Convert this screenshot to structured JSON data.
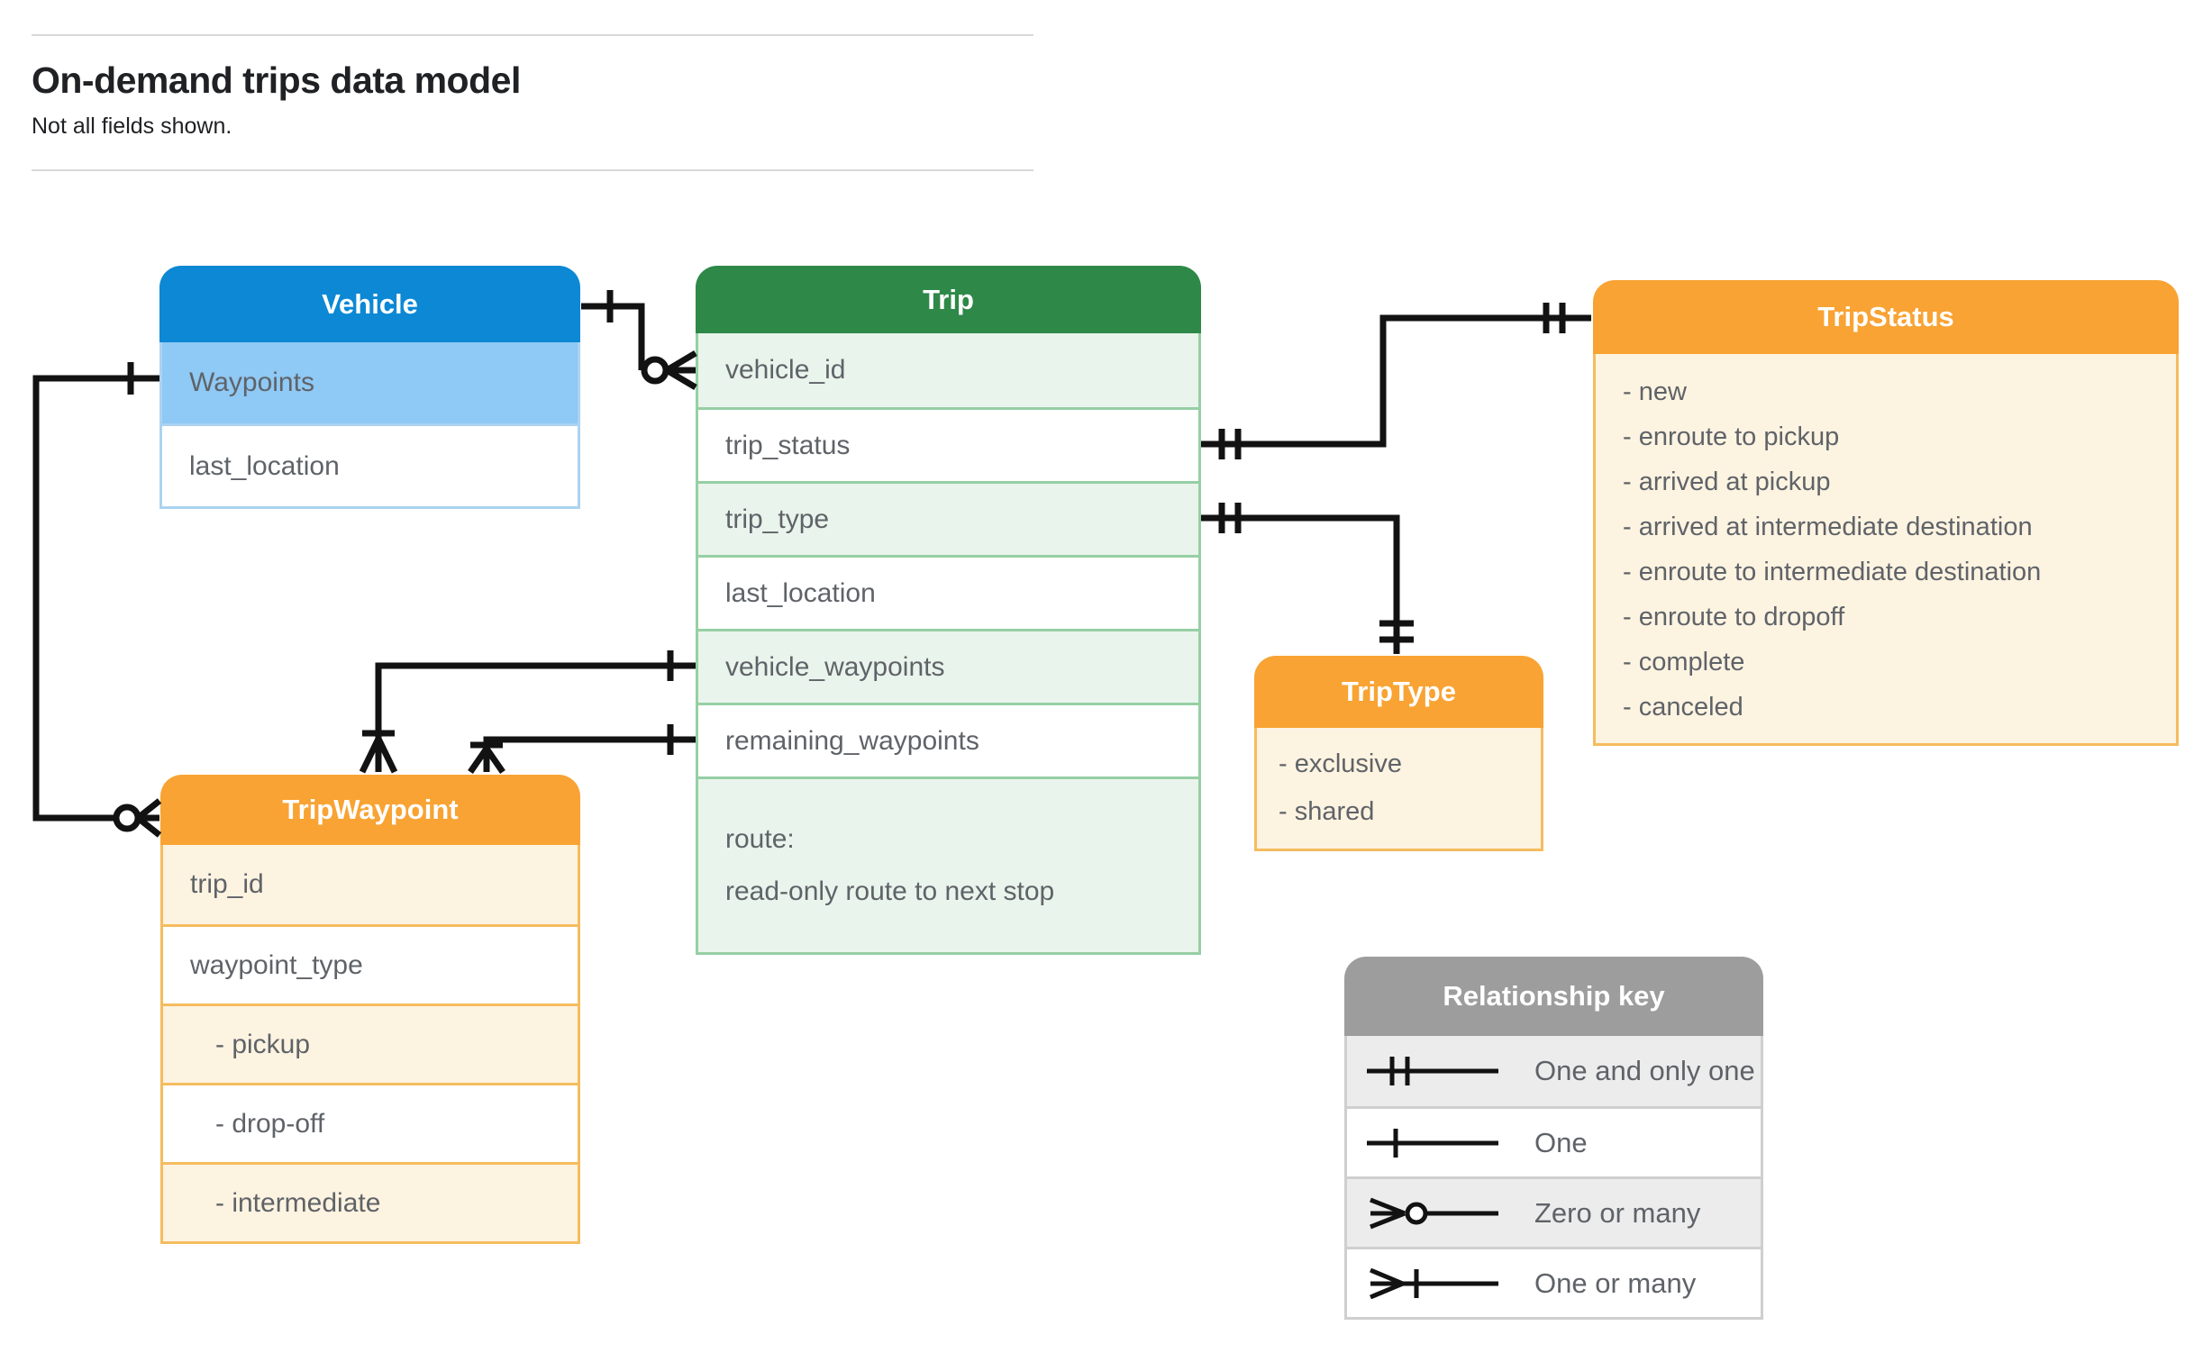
{
  "page": {
    "title": "On-demand trips data model",
    "subtitle": "Not all fields shown."
  },
  "entities": {
    "vehicle": {
      "title": "Vehicle",
      "fields": [
        {
          "label": "Waypoints"
        },
        {
          "label": "last_location"
        }
      ]
    },
    "trip": {
      "title": "Trip",
      "fields": [
        {
          "label": "vehicle_id"
        },
        {
          "label": "trip_status"
        },
        {
          "label": "trip_type"
        },
        {
          "label": "last_location"
        },
        {
          "label": "vehicle_waypoints"
        },
        {
          "label": "remaining_waypoints"
        },
        {
          "label": "route:",
          "sublabel": "read-only route to next stop"
        }
      ]
    },
    "trip_status": {
      "title": "TripStatus",
      "values": [
        "- new",
        "- enroute to pickup",
        "- arrived at pickup",
        "- arrived at intermediate destination",
        "- enroute to intermediate destination",
        "- enroute to dropoff",
        "- complete",
        "- canceled"
      ]
    },
    "trip_type": {
      "title": "TripType",
      "values": [
        "- exclusive",
        "- shared"
      ]
    },
    "trip_waypoint": {
      "title": "TripWaypoint",
      "fields": [
        {
          "label": "trip_id"
        },
        {
          "label": "waypoint_type"
        },
        {
          "label": "- pickup"
        },
        {
          "label": "- drop-off"
        },
        {
          "label": "- intermediate"
        }
      ]
    }
  },
  "legend": {
    "title": "Relationship key",
    "rows": [
      {
        "symbol": "one-and-only-one-symbol",
        "label": "One and only one"
      },
      {
        "symbol": "one-symbol",
        "label": "One"
      },
      {
        "symbol": "zero-or-many-symbol",
        "label": "Zero or many"
      },
      {
        "symbol": "one-or-many-symbol",
        "label": "One or many"
      }
    ]
  },
  "relationships": [
    {
      "from": "Vehicle",
      "to": "Trip.vehicle_id",
      "from_cardinality": "one",
      "to_cardinality": "zero-or-many"
    },
    {
      "from": "Trip.trip_status",
      "to": "TripStatus",
      "cardinality": "one-and-only-one"
    },
    {
      "from": "Trip.trip_type",
      "to": "TripType",
      "cardinality": "one-and-only-one"
    },
    {
      "from": "Trip.vehicle_waypoints",
      "to": "TripWaypoint",
      "from_cardinality": "one",
      "to_cardinality": "one-or-many"
    },
    {
      "from": "Trip.remaining_waypoints",
      "to": "TripWaypoint",
      "from_cardinality": "one",
      "to_cardinality": "one-or-many"
    },
    {
      "from": "Vehicle.Waypoints",
      "to": "TripWaypoint",
      "from_cardinality": "one",
      "to_cardinality": "zero-or-many"
    }
  ],
  "colors": {
    "vehicle_header": "#0c88d4",
    "vehicle_highlight_row": "#8fc9f5",
    "trip_header": "#2e8848",
    "trip_tint_row": "#e9f4ec",
    "enum_header": "#f8a333",
    "enum_body": "#fdf3e1",
    "legend_header": "#9d9d9d",
    "legend_tint_row": "#ececec",
    "connector_line": "#121212",
    "field_text": "#5f6368",
    "title_text": "#202124"
  }
}
